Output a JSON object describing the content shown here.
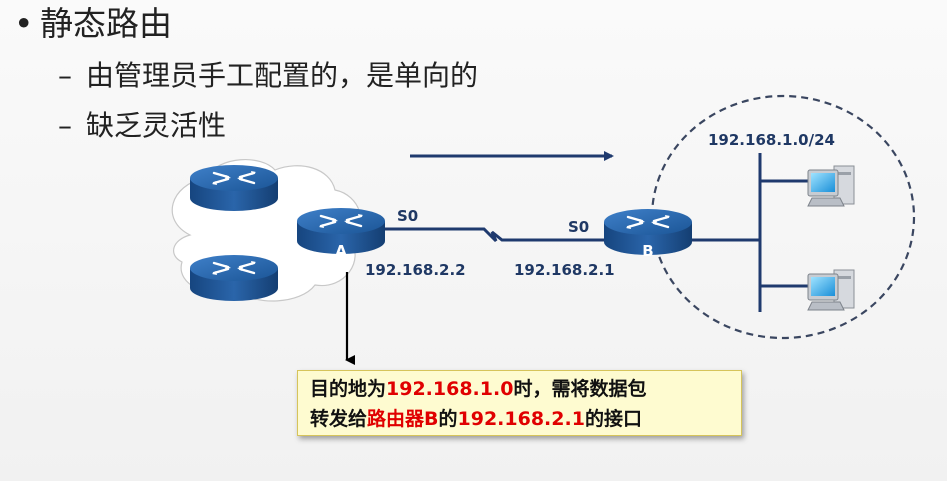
{
  "bullets": {
    "main_marker": "•",
    "main": "静态路由",
    "sub_marker": "–",
    "sub": [
      "由管理员手工配置的，是单向的",
      "缺乏灵活性"
    ]
  },
  "network": {
    "router_a_label": "A",
    "router_b_label": "B",
    "a_port": "S0",
    "b_port": "S0",
    "a_ip": "192.168.2.2",
    "b_ip": "192.168.2.1",
    "lan_subnet": "192.168.1.0/24"
  },
  "callout": {
    "line1": {
      "t1": "目的地为",
      "t2": "192.168.1.0",
      "t3": "时，需将数据包"
    },
    "line2": {
      "t1": "转发给",
      "t2": "路由器B",
      "t3": "的",
      "t4": "192.168.2.1",
      "t5": "的接口"
    }
  },
  "colors": {
    "router": "#1e4f8c",
    "link": "#1f3a6e",
    "accent_red": "#e00000",
    "callout_bg": "#fefbd0"
  }
}
